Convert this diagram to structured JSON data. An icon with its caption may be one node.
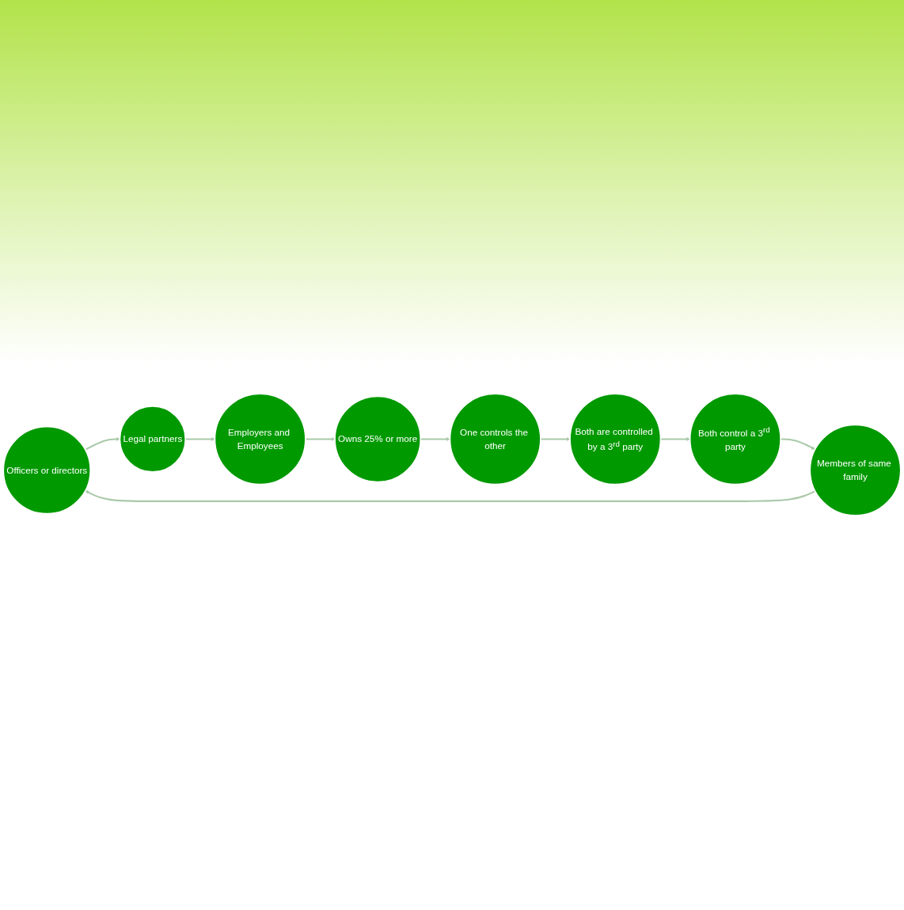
{
  "diagram": {
    "nodes": [
      {
        "text": [
          "Officers or directors"
        ]
      },
      {
        "text": [
          "Legal partners"
        ]
      },
      {
        "text": [
          "Employers and Employees"
        ]
      },
      {
        "text": [
          "Owns 25% or more"
        ]
      },
      {
        "text": [
          "One controls the other"
        ]
      },
      {
        "text": [
          "Both are controlled by a 3$^{rd}$ party"
        ]
      },
      {
        "text": [
          "Both control a 3$^{rd}$ party"
        ]
      },
      {
        "text": [
          "Members of same family"
        ]
      }
    ],
    "edges": [
      {
        "from": 0,
        "to": 1,
        "arrow": "to"
      },
      {
        "from": 1,
        "to": 2,
        "arrow": "to"
      },
      {
        "from": 2,
        "to": 3,
        "arrow": "to"
      },
      {
        "from": 3,
        "to": 4,
        "arrow": "to"
      },
      {
        "from": 4,
        "to": 5,
        "arrow": "to"
      },
      {
        "from": 5,
        "to": 6,
        "arrow": "to"
      },
      {
        "from": 6,
        "to": 7,
        "arrow": "to"
      },
      {
        "from": 7,
        "to": 0,
        "arrow": "to"
      }
    ]
  }
}
